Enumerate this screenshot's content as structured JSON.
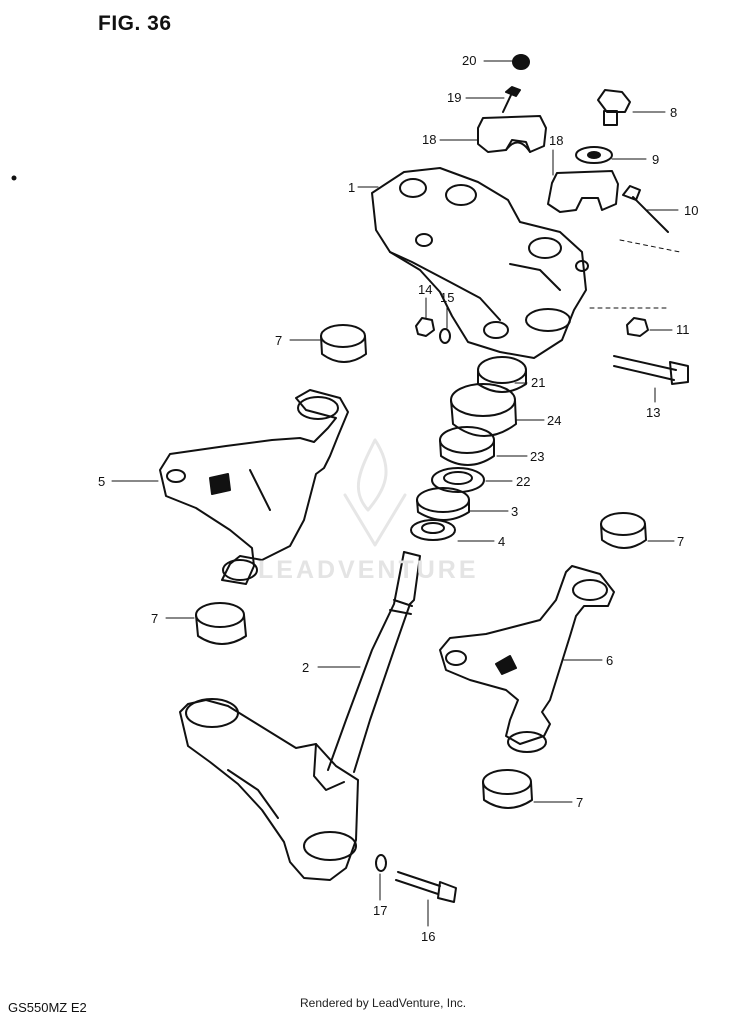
{
  "figure": {
    "title": "FIG. 36",
    "model_code": "GS550MZ E2",
    "credit": "Rendered by LeadVenture, Inc.",
    "watermark": "LEADVENTURE"
  },
  "callouts": [
    {
      "id": "20",
      "text": "20"
    },
    {
      "id": "19",
      "text": "19"
    },
    {
      "id": "8",
      "text": "8"
    },
    {
      "id": "18a",
      "text": "18"
    },
    {
      "id": "18b",
      "text": "18"
    },
    {
      "id": "9",
      "text": "9"
    },
    {
      "id": "1",
      "text": "1"
    },
    {
      "id": "10",
      "text": "10"
    },
    {
      "id": "14",
      "text": "14"
    },
    {
      "id": "15",
      "text": "15"
    },
    {
      "id": "11",
      "text": "11"
    },
    {
      "id": "7a",
      "text": "7"
    },
    {
      "id": "21",
      "text": "21"
    },
    {
      "id": "13",
      "text": "13"
    },
    {
      "id": "24",
      "text": "24"
    },
    {
      "id": "23",
      "text": "23"
    },
    {
      "id": "5",
      "text": "5"
    },
    {
      "id": "22",
      "text": "22"
    },
    {
      "id": "3",
      "text": "3"
    },
    {
      "id": "4",
      "text": "4"
    },
    {
      "id": "7b",
      "text": "7"
    },
    {
      "id": "7c",
      "text": "7"
    },
    {
      "id": "6",
      "text": "6"
    },
    {
      "id": "2",
      "text": "2"
    },
    {
      "id": "7d",
      "text": "7"
    },
    {
      "id": "17",
      "text": "17"
    },
    {
      "id": "16",
      "text": "16"
    }
  ],
  "colors": {
    "ink": "#111111",
    "paper": "#ffffff",
    "watermark": "#e4e4e4"
  }
}
